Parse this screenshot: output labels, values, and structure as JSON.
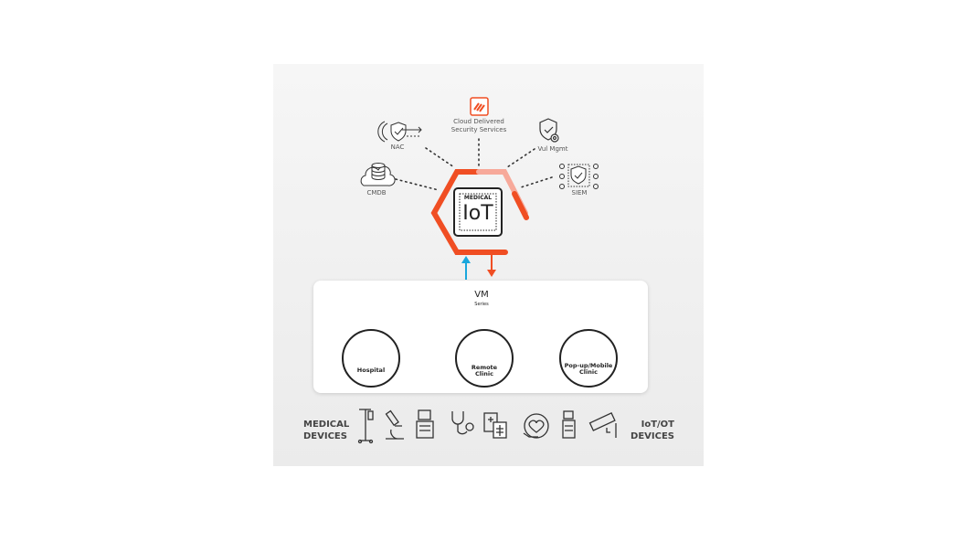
{
  "top_services": {
    "cloud": "Cloud Delivered Security Services",
    "nac": "NAC",
    "vul": "Vul Mgmt",
    "cmdb": "CMDB",
    "siem": "SIEM"
  },
  "core": {
    "line1": "MEDICAL",
    "line2": "IoT"
  },
  "deployment": {
    "vm_label": "VM",
    "vm_sub": "Series"
  },
  "sites": [
    {
      "label": "Hospital"
    },
    {
      "label": "Remote Clinic"
    },
    {
      "label": "Pop-up/Mobile Clinic"
    }
  ],
  "bottom": {
    "left": "MEDICAL DEVICES",
    "right": "IoT/OT DEVICES"
  },
  "colors": {
    "accent": "#f04e23",
    "arrow_up": "#1aa7dc",
    "dark": "#222222"
  }
}
